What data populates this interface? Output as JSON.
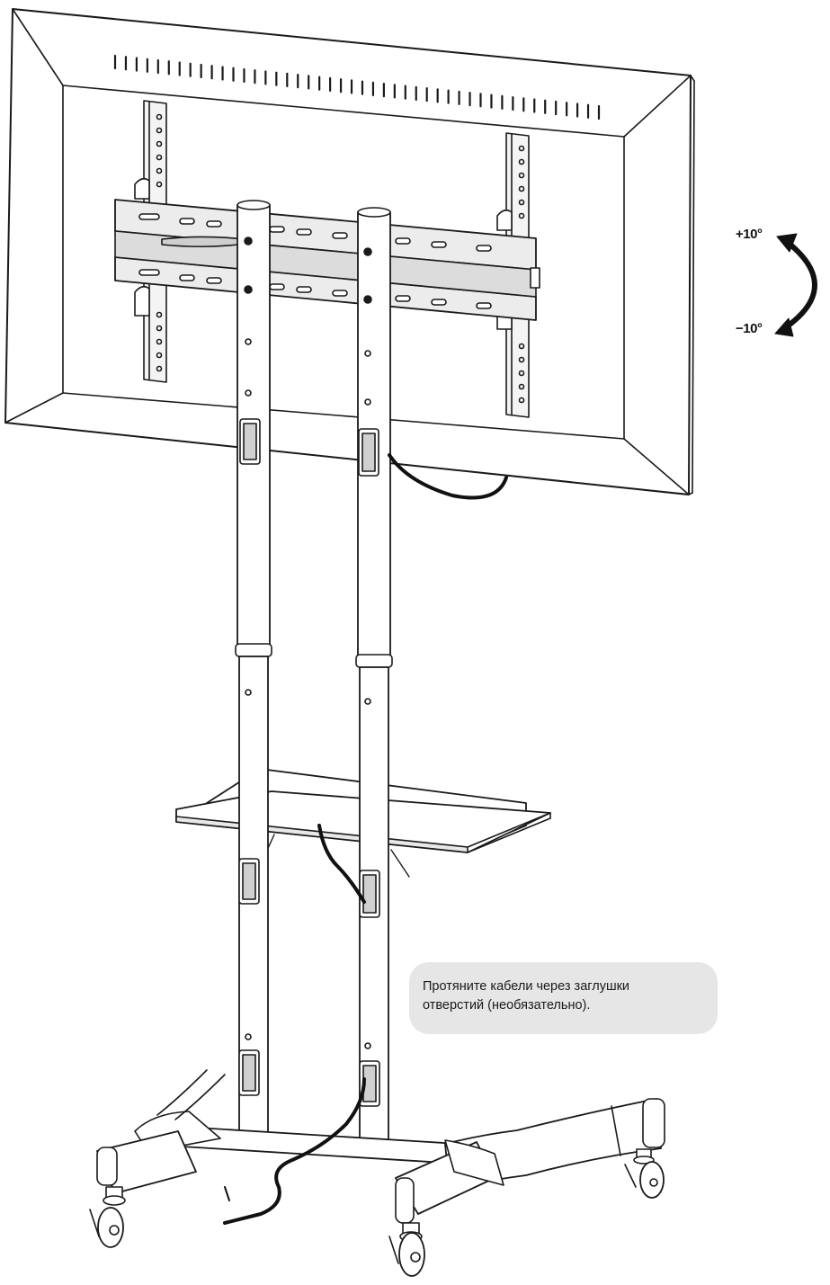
{
  "tilt": {
    "plus_label": "+10°",
    "minus_label": "−10°"
  },
  "note": {
    "line1": "Протяните кабели через заглушки",
    "line2": "отверстий (необязательно)."
  }
}
